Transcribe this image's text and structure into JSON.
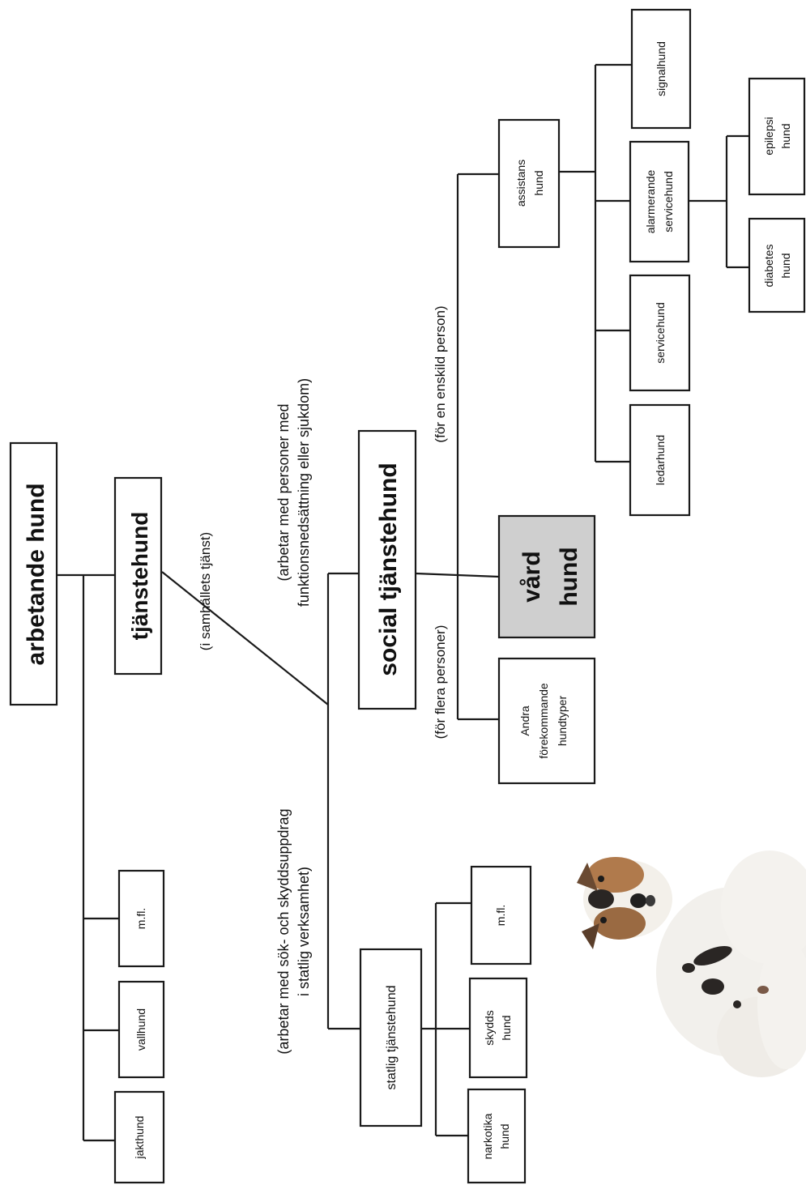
{
  "nodes": {
    "arbetande": "arbetande hund",
    "tjanstehund": "tjänstehund",
    "jakthund": "jakthund",
    "vallhund": "vallhund",
    "mfl_1": "m.fl.",
    "social_tjanstehund": "social tjänstehund",
    "statlig_tjanstehund": "statlig tjänstehund",
    "vard_line1": "vård",
    "vard_line2": "hund",
    "andra_line1": "Andra",
    "andra_line2": "förekommande",
    "andra_line3": "hundtyper",
    "assistans_line1": "assistans",
    "assistans_line2": "hund",
    "ledarhund": "ledarhund",
    "servicehund": "servicehund",
    "alarmerande_line1": "alarmerande",
    "alarmerande_line2": "servicehund",
    "signalhund": "signalhund",
    "diabetes_line1": "diabetes",
    "diabetes_line2": "hund",
    "epilepsi_line1": "epilepsi",
    "epilepsi_line2": "hund",
    "narkotika_line1": "narkotika",
    "narkotika_line2": "hund",
    "skydds_line1": "skydds",
    "skydds_line2": "hund",
    "mfl_2": "m.fl."
  },
  "annotations": {
    "samhallets": "(i samhällets tjänst)",
    "social_line1": "(arbetar med personer med",
    "social_line2": "funktionsnedsättning eller sjukdom)",
    "statlig_line1": "(arbetar med sök- och skyddsuppdrag",
    "statlig_line2": "i statlig verksamhet)",
    "flera": "(för flera personer)",
    "enskild": "(för en enskild person)"
  },
  "image": {
    "icon": "dog-photo"
  },
  "colors": {
    "line": "#1a1a1a",
    "shaded_box": "#cfcfcf"
  }
}
